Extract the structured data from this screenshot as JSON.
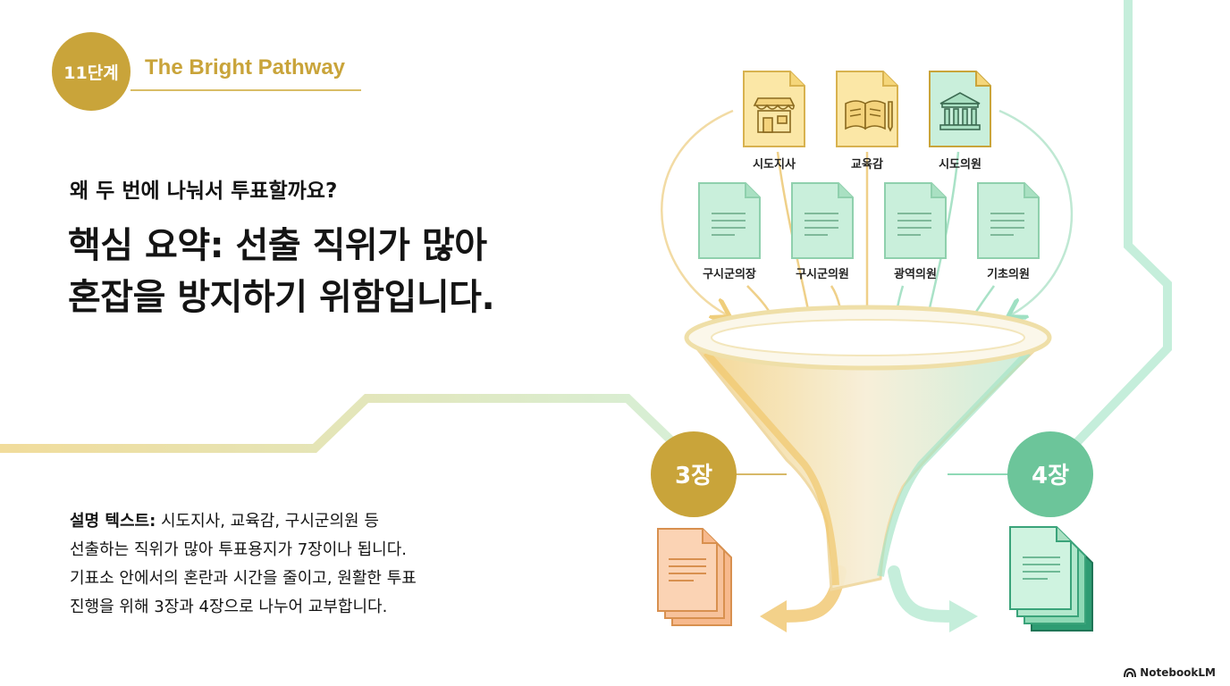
{
  "header": {
    "step_badge": "11단계",
    "pathway_title": "The Bright Pathway"
  },
  "main": {
    "question": "왜 두 번에 나눠서 투표할까요?",
    "headline_line1": "핵심 요약: 선출 직위가 많아",
    "headline_line2": "혼잡을 방지하기 위함입니다."
  },
  "description": {
    "label": "설명 텍스트:",
    "line1": " 시도지사, 교육감, 구시군의원 등",
    "line2": "선출하는 직위가 많아 투표용지가 7장이나 됩니다.",
    "line3": "기표소 안에서의 혼란과 시간을 줄이고, 원활한 투표",
    "line4": "진행을 위해 3장과 4장으로 나누어 교부합니다."
  },
  "diagram": {
    "top_docs": [
      {
        "label": "시도지사",
        "icon": "store-icon"
      },
      {
        "label": "교육감",
        "icon": "book-icon"
      },
      {
        "label": "시도의원",
        "icon": "government-building-icon"
      }
    ],
    "mid_docs": [
      {
        "label": "구시군의장",
        "icon": "document-icon"
      },
      {
        "label": "구시군의원",
        "icon": "document-icon"
      },
      {
        "label": "광역의원",
        "icon": "document-icon"
      },
      {
        "label": "기초의원",
        "icon": "document-icon"
      }
    ],
    "left_output": {
      "label": "3장",
      "color": "#c9a43a"
    },
    "right_output": {
      "label": "4장",
      "color": "#6cc59a"
    }
  },
  "colors": {
    "gold": "#c9a43a",
    "light_gold": "#f3d88a",
    "mint": "#6cc59a",
    "light_mint": "#bfecd6",
    "peach": "#f7b98d"
  },
  "footer": {
    "brand": "NotebookLM"
  }
}
